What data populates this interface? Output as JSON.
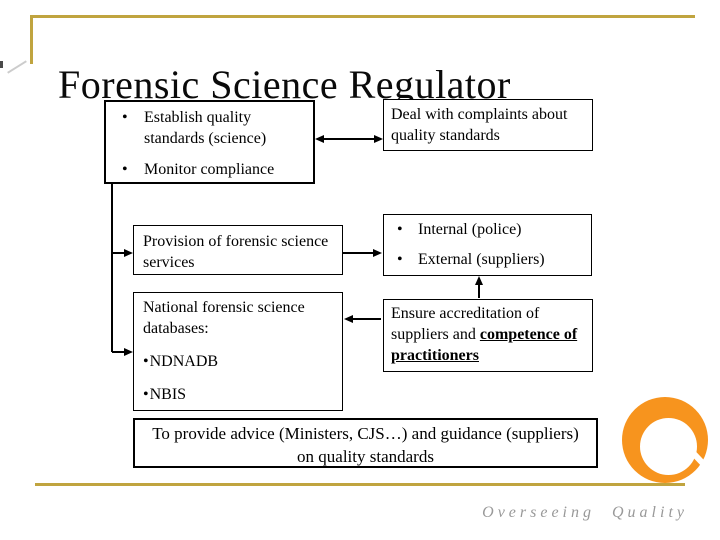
{
  "slide_title": "Forensic Science Regulator",
  "boxes": {
    "duties": {
      "bullets": [
        "Establish quality standards (science)",
        "Monitor compliance"
      ]
    },
    "complaints": {
      "text": "Deal with complaints about quality standards"
    },
    "provision": {
      "text": "Provision of forensic science services"
    },
    "customers": {
      "bullets": [
        "Internal (police)",
        "External (suppliers)"
      ]
    },
    "databases": {
      "heading": "National forensic science databases:",
      "items": [
        "NDNADB",
        "NBIS"
      ]
    },
    "accreditation": {
      "prefix": "Ensure accreditation of suppliers and ",
      "emphasis": "competence of practitioners"
    },
    "advice": {
      "text": "To provide advice (Ministers, CJS…) and guidance (suppliers) on quality standards"
    }
  },
  "footer": {
    "tagline": "Overseeing Quality"
  },
  "icons": {
    "logo": "orange-crescent-ring"
  },
  "colors": {
    "accent_gold": "#c0a43f",
    "logo_orange": "#f7941e",
    "tagline_gray": "#999999",
    "text": "#000000",
    "background": "#ffffff"
  }
}
